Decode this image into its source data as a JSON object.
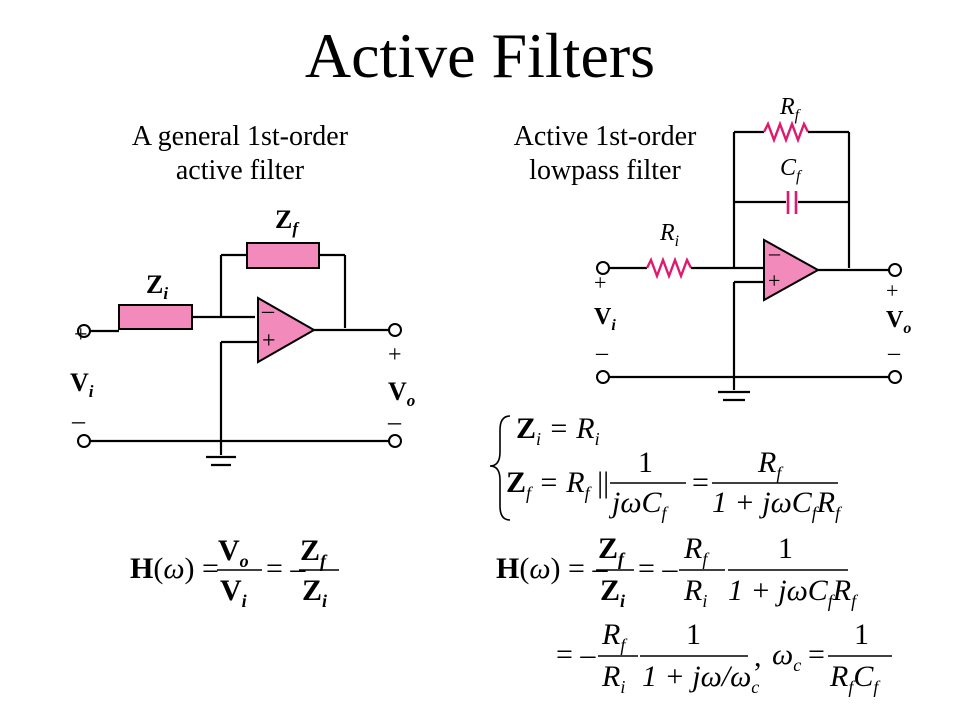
{
  "slide": {
    "title": "Active Filters",
    "left_caption": [
      "A general 1st-order",
      "active filter"
    ],
    "right_caption": [
      "Active 1st-order",
      "lowpass filter"
    ]
  },
  "general_filter": {
    "zf": "Z",
    "zf_sub": "f",
    "zi": "Z",
    "zi_sub": "i",
    "vi": "V",
    "vi_sub": "i",
    "vo": "V",
    "vo_sub": "o",
    "plus": "+",
    "minus": "–",
    "opamp_minus": "–",
    "opamp_plus": "+"
  },
  "lowpass_filter": {
    "rf": "R",
    "rf_sub": "f",
    "cf": "C",
    "cf_sub": "f",
    "ri": "R",
    "ri_sub": "i",
    "vi": "V",
    "vi_sub": "i",
    "vo": "V",
    "vo_sub": "o",
    "plus": "+",
    "minus": "–",
    "opamp_minus": "–",
    "opamp_plus": "+"
  },
  "equations": {
    "h_left": {
      "lhs": "H(ω) =",
      "vo": "V",
      "vo_sub": "o",
      "vi": "V",
      "vi_sub": "i",
      "eq_neg": "= –",
      "zf": "Z",
      "zf_sub": "f",
      "zi": "Z",
      "zi_sub": "i"
    },
    "zi_line": {
      "z": "Z",
      "z_sub": "i",
      "rhs": "= R",
      "rhs_sub": "i"
    },
    "zf_line": {
      "z": "Z",
      "z_sub": "f",
      "rhs": "= R",
      "rhs_sub": "f",
      "par": "||",
      "num": "1",
      "den": "jωC",
      "den_sub": "f",
      "eq": "=",
      "num2": "R",
      "num2_sub": "f",
      "den2": "1 + jωC",
      "den2_sub": "f",
      "den2_tail": "R",
      "den2_tail_sub": "f"
    },
    "h_right": {
      "lhs": "H(ω) = –",
      "zf": "Z",
      "zf_sub": "f",
      "zi": "Z",
      "zi_sub": "i",
      "eq_neg": "= –",
      "rf": "R",
      "rf_sub": "f",
      "ri": "R",
      "ri_sub": "i",
      "one": "1",
      "den": "1 + jωC",
      "den_sub": "f",
      "den_tail": "R",
      "den_tail_sub": "f"
    },
    "wc_line": {
      "eq_neg": "= –",
      "rf": "R",
      "rf_sub": "f",
      "ri": "R",
      "ri_sub": "i",
      "one": "1",
      "den": "1 + jω/ω",
      "den_sub": "c",
      "comma": ",",
      "wc": "ω",
      "wc_sub": "c",
      "eq": "=",
      "one2": "1",
      "den2": "R",
      "den2_sub": "f",
      "den2_tail": "C",
      "den2_tail_sub": "f"
    }
  }
}
